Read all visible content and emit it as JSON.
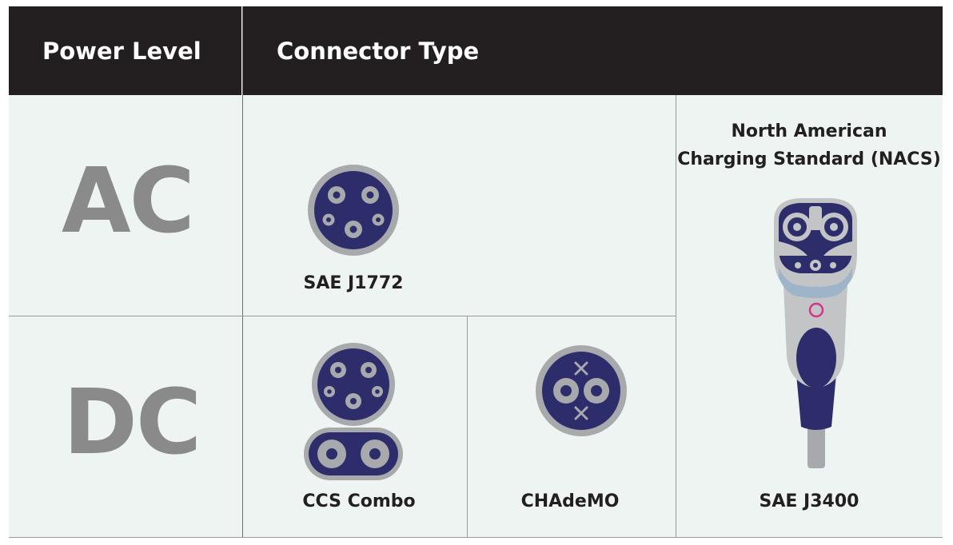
{
  "header": {
    "power_level": "Power Level",
    "connector_type": "Connector Type"
  },
  "rows": {
    "ac": "AC",
    "dc": "DC"
  },
  "connectors": {
    "j1772": "SAE J1772",
    "ccs": "CCS Combo",
    "chademo": "CHAdeMO",
    "nacs_title_line1": "North American",
    "nacs_title_line2": "Charging Standard (NACS)",
    "nacs": "SAE J3400"
  },
  "colors": {
    "header_bg": "#231f20",
    "cell_bg": "#edf4f1",
    "navy": "#2e2d6b",
    "gray": "#a7a9ac",
    "accent_pink": "#d6338b"
  }
}
